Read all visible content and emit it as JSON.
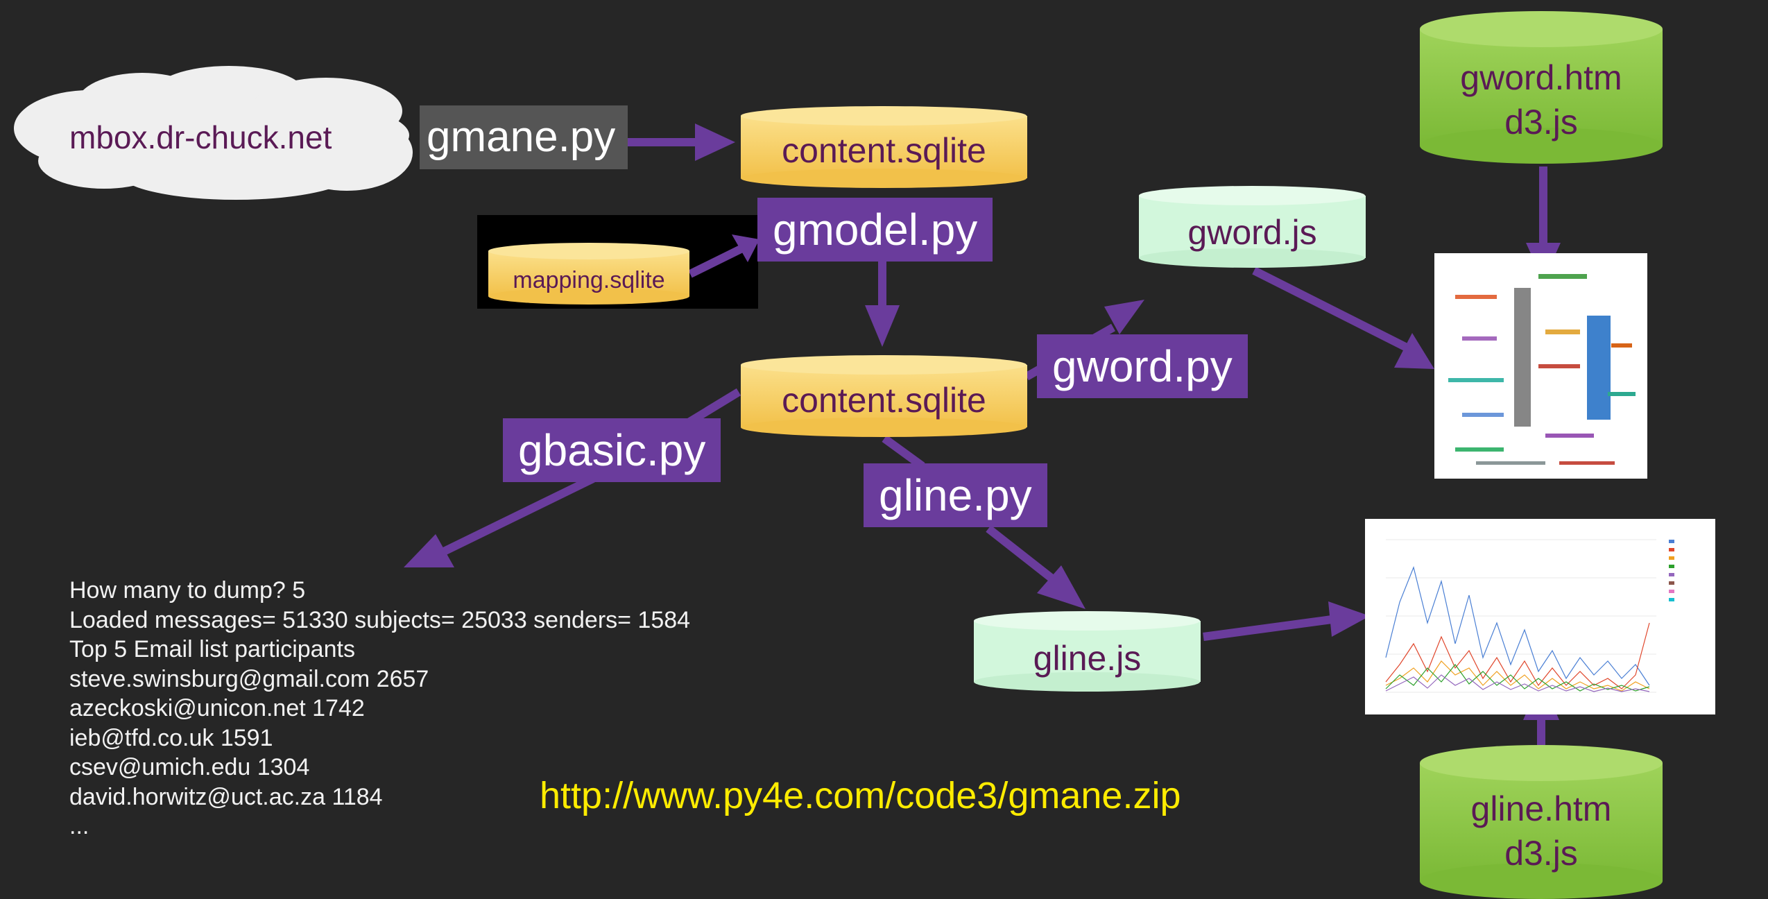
{
  "nodes": {
    "mbox": "mbox.dr-chuck.net",
    "gmane_py": "gmane.py",
    "content_sqlite_top": "content.sqlite",
    "gmodel_py": "gmodel.py",
    "mapping_sqlite": "mapping.sqlite",
    "content_sqlite_mid": "content.sqlite",
    "gword_js": "gword.js",
    "gword_py": "gword.py",
    "gword_htm": [
      "gword.htm",
      "d3.js"
    ],
    "gbasic_py": "gbasic.py",
    "gline_py": "gline.py",
    "gline_js": "gline.js",
    "gline_htm": [
      "gline.htm",
      "d3.js"
    ]
  },
  "console": [
    "How many to dump? 5",
    "Loaded messages= 51330 subjects= 25033 senders= 1584",
    "Top 5 Email list participants",
    "steve.swinsburg@gmail.com 2657",
    "azeckoski@unicon.net 1742",
    "ieb@tfd.co.uk 1591",
    "csev@umich.edu 1304",
    "david.horwitz@uct.ac.za 1184",
    "..."
  ],
  "url": "http://www.py4e.com/code3/gmane.zip",
  "colors": {
    "background": "#262626",
    "arrow": "#6a3c9c",
    "yellow_db": "#f5cf5e",
    "mint_db": "#d2f7dc",
    "green_db": "#8cc63f",
    "url_text": "#ffec00"
  }
}
